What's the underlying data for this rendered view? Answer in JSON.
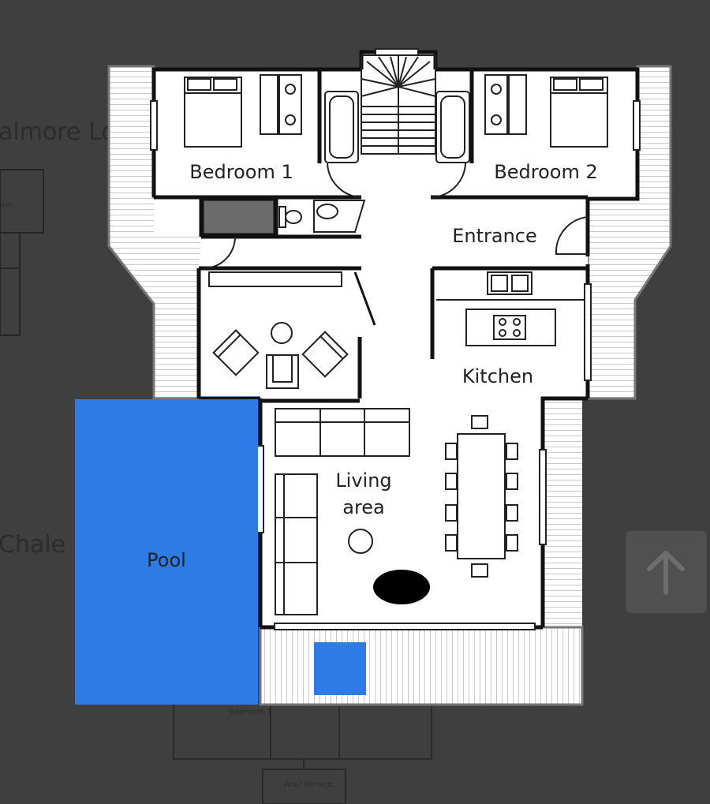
{
  "background_text": {
    "left_top": "almore Lo",
    "left_mid": "Chale",
    "left_plan_label": "ass"
  },
  "rooms": {
    "bedroom1": "Bedroom 1",
    "bedroom2": "Bedroom 2",
    "entrance": "Entrance",
    "kitchen": "Kitchen",
    "living_line1": "Living",
    "living_line2": "area",
    "pool": "Pool"
  },
  "lower_plan": {
    "bedroom": "Bedroom 1",
    "room_terrace": "Roof terrace"
  },
  "colors": {
    "page_bg": "#3f3f3f",
    "pool": "#2f7be5",
    "deck": "#ffffff",
    "wall": "#111111"
  },
  "scroll_top_button": {
    "icon": "arrow-up-icon"
  }
}
